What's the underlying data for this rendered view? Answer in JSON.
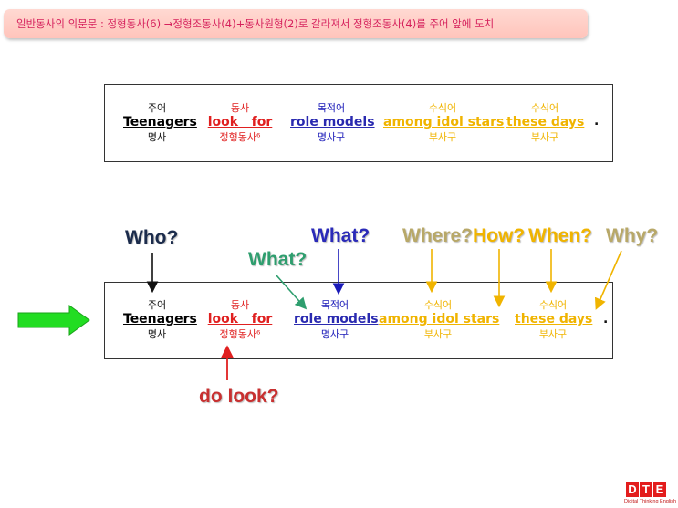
{
  "header": {
    "title": "일반동사의 의문문 : 정형동사(6) →정형조동사(4)+동사원형(2)로  갈라져서 정형조동사(4)를  주어  앞에 도치"
  },
  "sentence": {
    "subject": {
      "label": "주어",
      "word": "Teenagers",
      "sub": "명사"
    },
    "verb": {
      "label": "동사",
      "word": "look   for",
      "sub": "정형동사⁶"
    },
    "object": {
      "label": "목적어",
      "word": "role models",
      "sub": "명사구"
    },
    "mod1": {
      "label": "수식어",
      "word": "among idol stars",
      "sub": "부사구"
    },
    "mod2": {
      "label": "수식어",
      "word": "these days",
      "sub": "부사구"
    },
    "period": "."
  },
  "questions": {
    "who": "Who?",
    "what_green": "What?",
    "what_blue": "What?",
    "where": "Where?",
    "how": "How?",
    "when": "When?",
    "why": "Why?",
    "do_look": "do look?"
  },
  "colors": {
    "red": "#e02020",
    "blue": "#1a1ab8",
    "gold": "#f0b400",
    "green": "#2e9e6e",
    "arrow_green": "#22dd22",
    "title_text": "#d6215c"
  },
  "logo": {
    "letters": [
      "D",
      "T",
      "E"
    ],
    "subtitle": "Digital Thinking English"
  }
}
